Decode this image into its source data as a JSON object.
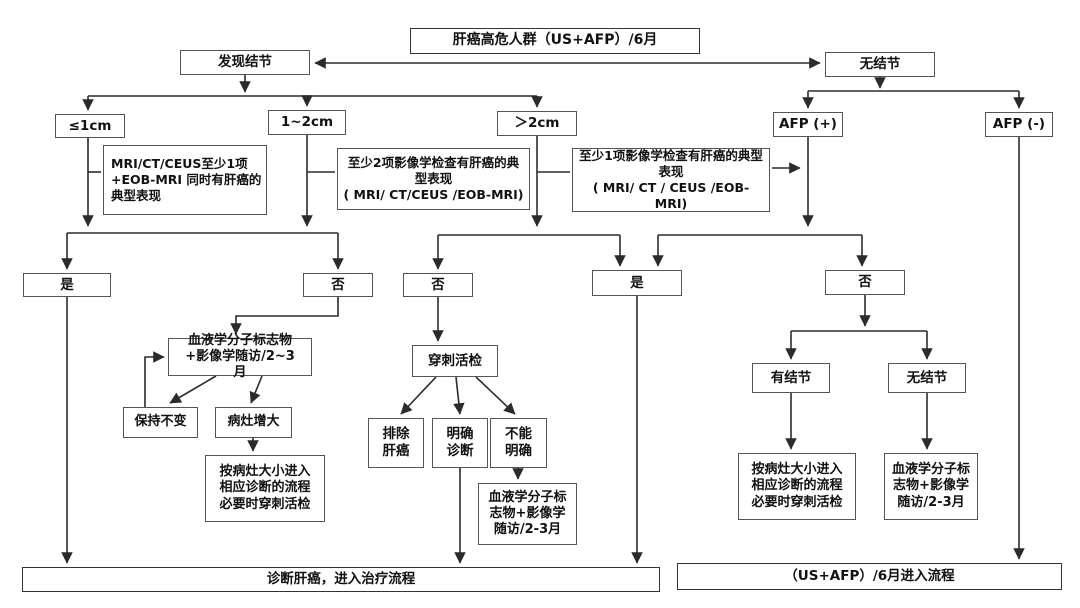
{
  "colors": {
    "background": "#ffffff",
    "line": "#2b2b2b",
    "border": "#555555",
    "text": "#111111"
  },
  "nodes": {
    "title": "肝癌高危人群（US+AFP）/6月",
    "found_nodule": "发现结节",
    "no_nodule_top": "无结节",
    "size_le_1cm": "≤1cm",
    "size_1_2cm": "1~2cm",
    "size_gt_2cm": "＞2cm",
    "afp_positive": "AFP (+)",
    "afp_negative": "AFP (-)",
    "criteria_le_1cm": "MRI/CT/CEUS至少1项+EOB-MRI 同时有肝癌的典型表现",
    "criteria_1_2cm": "至少2项影像学检查有肝癌的典型表现",
    "criteria_1_2cm_modalities": "( MRI/ CT/CEUS /EOB-MRI)",
    "criteria_gt_2cm": "至少1项影像学检查有肝癌的典型表现",
    "criteria_gt_2cm_modalities": "( MRI/ CT / CEUS /EOB-MRI)",
    "yes_le_1cm": "是",
    "no_le_1cm": "否",
    "no_1_2cm": "否",
    "yes_typical": "是",
    "no_afp": "否",
    "followup_markers_2_3m": "血液学分子标志物+影像学随访/2~3月",
    "stable": "保持不变",
    "lesion_enlarged": "病灶增大",
    "proceed_by_size_left": "按病灶大小进入相应诊断的流程必要时穿刺活检",
    "biopsy": "穿刺活检",
    "exclude_hcc": "排除肝癌",
    "confirmed_dx": "明确诊断",
    "not_confirmed": "不能明确",
    "followup_markers_biopsy": "血液学分子标志物+影像学随访/2-3月",
    "nodule_found_afp": "有结节",
    "nodule_absent_afp": "无结节",
    "proceed_by_size_right": "按病灶大小进入相应诊断的流程必要时穿刺活检",
    "followup_markers_afp": "血液学分子标志物+影像学随访/2-3月",
    "outcome_treatment": "诊断肝癌，进入治疗流程",
    "outcome_routine": "（US+AFP）/6月进入流程"
  }
}
